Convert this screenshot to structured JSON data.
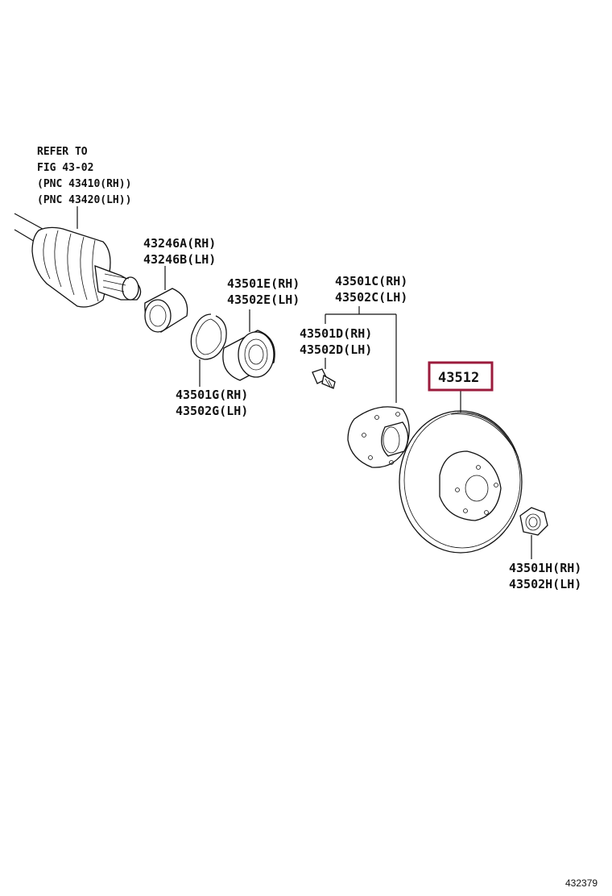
{
  "refer": {
    "line1": "REFER TO",
    "line2": "FIG 43-02",
    "line3": "(PNC 43410(RH))",
    "line4": "(PNC 43420(LH))"
  },
  "labels": {
    "p43246_rh": "43246A(RH)",
    "p43246_lh": "43246B(LH)",
    "p43501e_rh": "43501E(RH)",
    "p43502e_lh": "43502E(LH)",
    "p43501c_rh": "43501C(RH)",
    "p43502c_lh": "43502C(LH)",
    "p43501d_rh": "43501D(RH)",
    "p43502d_lh": "43502D(LH)",
    "p43501g_rh": "43501G(RH)",
    "p43502g_lh": "43502G(LH)",
    "p43512": "43512",
    "p43501h_rh": "43501H(RH)",
    "p43502h_lh": "43502H(LH)"
  },
  "highlight_color": "#9b1b3c",
  "footer": {
    "code": "432379"
  }
}
